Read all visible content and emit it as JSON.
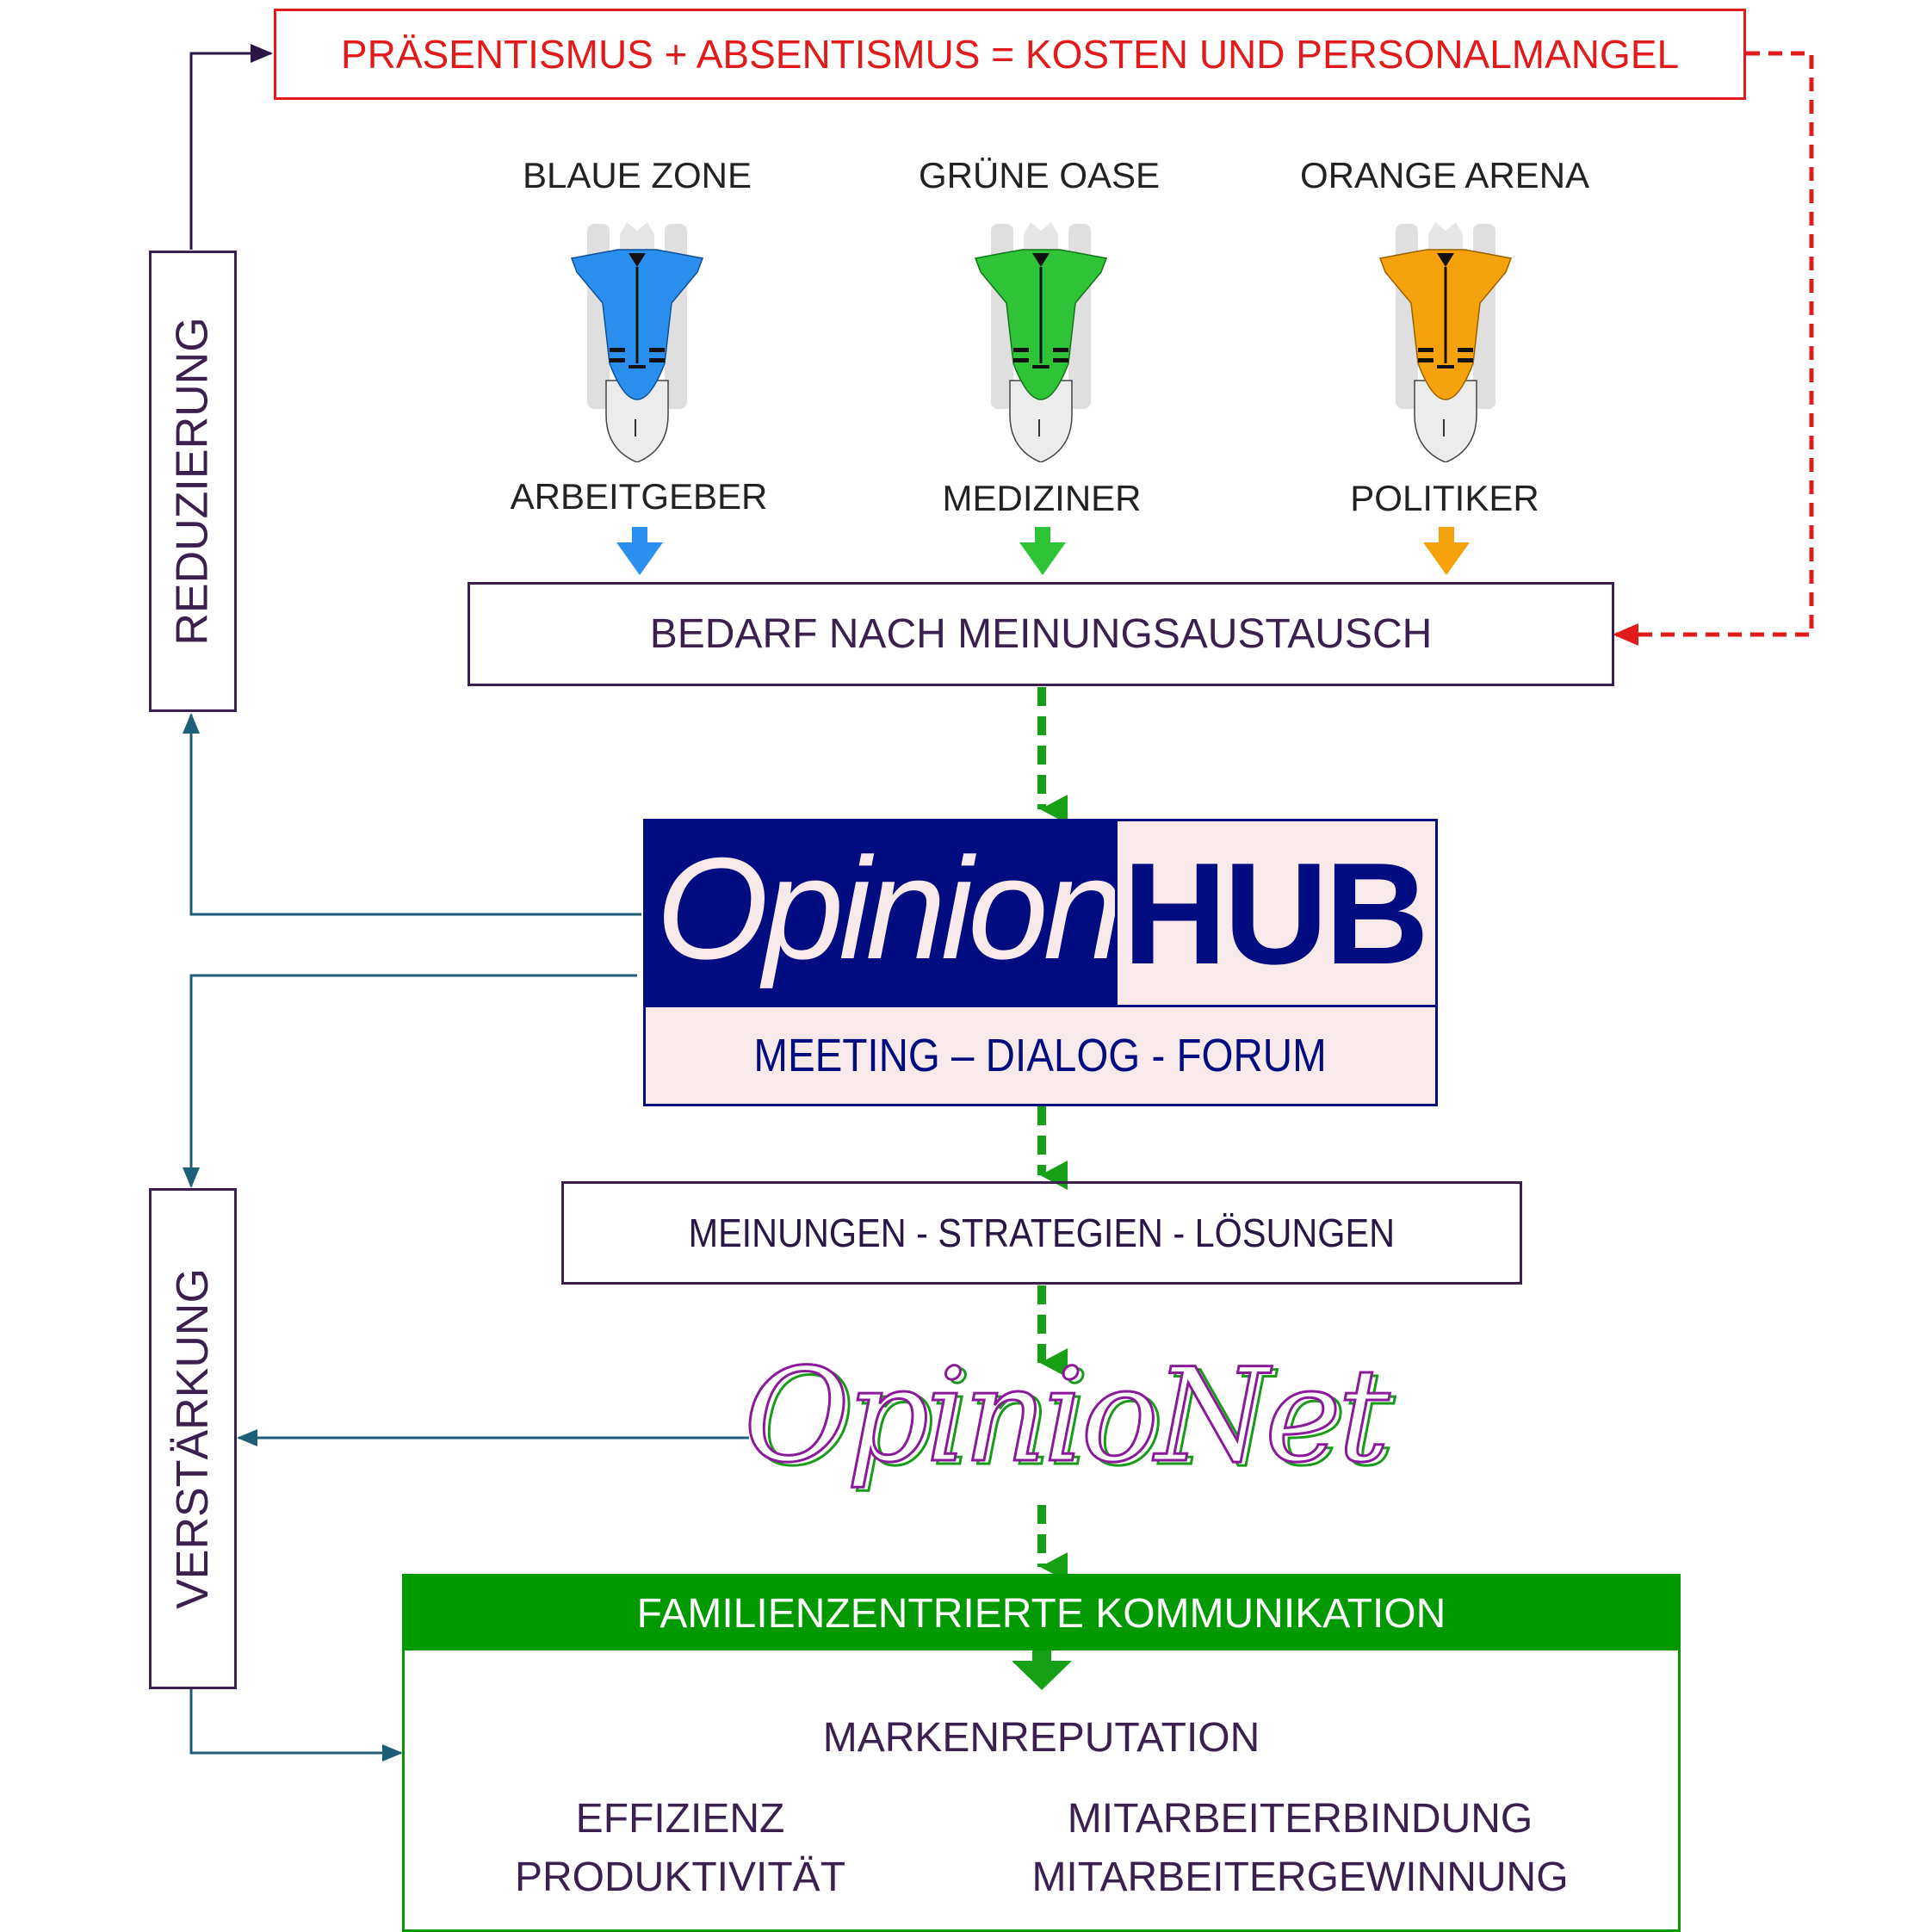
{
  "top_box": {
    "text": "PRÄSENTISMUS + ABSENTISMUS = KOSTEN UND PERSONALMANGEL",
    "color": "#e11b1b"
  },
  "side_labels": {
    "reduction": "REDUZIERUNG",
    "reinforcement": "VERSTÄRKUNG"
  },
  "zones": [
    {
      "title": "BLAUE ZONE",
      "stakeholder": "ARBEITGEBER",
      "color": "#2b8fef",
      "icon": "shuttle-icon"
    },
    {
      "title": "GRÜNE OASE",
      "stakeholder": "MEDIZINER",
      "color": "#2fc437",
      "icon": "shuttle-icon"
    },
    {
      "title": "ORANGE ARENA",
      "stakeholder": "POLITIKER",
      "color": "#f6a20c",
      "icon": "shuttle-icon"
    }
  ],
  "need_box": {
    "text": "BEDARF NACH MEINUNGSAUSTAUSCH"
  },
  "hub": {
    "opinion": "Opinion",
    "hub": "HUB",
    "subtitle": "MEETING – DIALOG - FORUM",
    "navy": "#000c80",
    "pink": "#f8eaea"
  },
  "results_box": {
    "text": "MEINUNGEN - STRATEGIEN - LÖSUNGEN"
  },
  "opinionet": {
    "text": "OpinioNet"
  },
  "family": {
    "header": "FAMILIENZENTRIERTE KOMMUNIKATION",
    "brand": "MARKENREPUTATION",
    "left_line1": "EFFIZIENZ",
    "left_line2": "PRODUKTIVITÄT",
    "right_line1": "MITARBEITERBINDUNG",
    "right_line2": "MITARBEITERGEWINNUNG",
    "green": "#009a00"
  },
  "colors": {
    "text_dark": "#3a1f4f",
    "teal_line": "#1e5e78",
    "dashed_green": "#15a015",
    "dashed_red": "#e11b1b"
  }
}
